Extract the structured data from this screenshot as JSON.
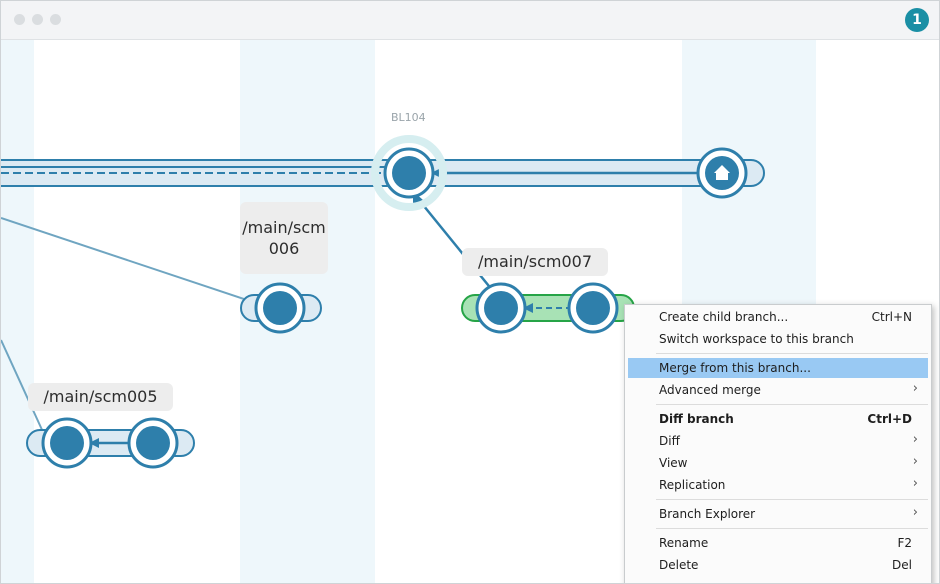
{
  "window": {
    "notification_count": "1"
  },
  "graph": {
    "label_baseline": "BL104",
    "branches": [
      {
        "label_line1": "/main/scm",
        "label_line2": "006"
      },
      {
        "label": "/main/scm007"
      },
      {
        "label": "/main/scm005"
      }
    ]
  },
  "menu": {
    "items": [
      {
        "label": "Create child branch...",
        "shortcut": "Ctrl+N"
      },
      {
        "label": "Switch workspace to this branch",
        "shortcut": ""
      },
      {
        "label": "Merge from this branch...",
        "shortcut": ""
      },
      {
        "label": "Advanced merge",
        "shortcut": "",
        "arrow": "›"
      },
      {
        "label": "Diff branch",
        "shortcut": "Ctrl+D"
      },
      {
        "label": "Diff",
        "shortcut": "",
        "arrow": "›"
      },
      {
        "label": "View",
        "shortcut": "",
        "arrow": "›"
      },
      {
        "label": "Replication",
        "shortcut": "",
        "arrow": "›"
      },
      {
        "label": "Branch Explorer",
        "shortcut": "",
        "arrow": "›"
      },
      {
        "label": "Rename",
        "shortcut": "F2"
      },
      {
        "label": "Delete",
        "shortcut": "Del"
      }
    ]
  },
  "colors": {
    "accent": "#1a8fa5",
    "changeset": "#2e7fab",
    "merge_selected": "#99c9f3",
    "branch_selected": "#a8e2b5"
  }
}
